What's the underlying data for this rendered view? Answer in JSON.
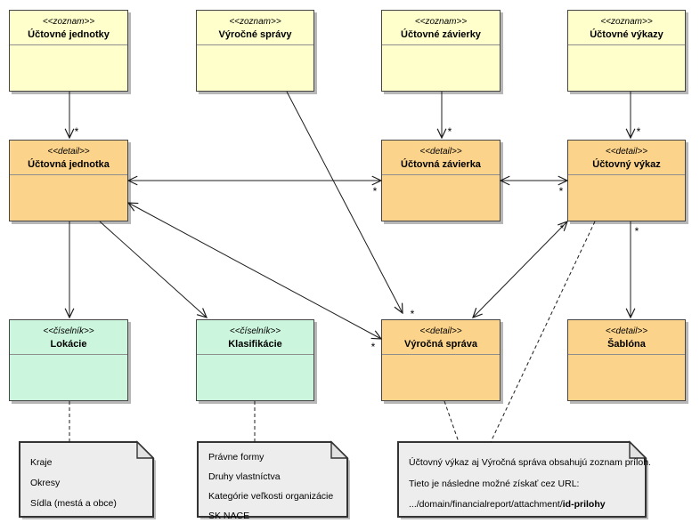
{
  "diagram": {
    "title": "",
    "background_color": "#ffffff",
    "kinds": {
      "zoznam": {
        "fill": "#ffffcc"
      },
      "detail": {
        "fill": "#fbd38b"
      },
      "ciselnik": {
        "fill": "#ccf5dd"
      }
    },
    "line_color": "#1c1c1c",
    "note_fill": "#ededed",
    "nodes": [
      {
        "id": "uctovne-jednotky",
        "kind": "zoznam",
        "stereotype": "<<zoznam>>",
        "name": "Účtovné jednotky"
      },
      {
        "id": "vyrocne-spravy",
        "kind": "zoznam",
        "stereotype": "<<zoznam>>",
        "name": "Výročné správy"
      },
      {
        "id": "uctovne-zavierky",
        "kind": "zoznam",
        "stereotype": "<<zoznam>>",
        "name": "Účtovné závierky"
      },
      {
        "id": "uctovne-vykazy",
        "kind": "zoznam",
        "stereotype": "<<zoznam>>",
        "name": "Účtovné výkazy"
      },
      {
        "id": "uctovna-jednotka",
        "kind": "detail",
        "stereotype": "<<detail>>",
        "name": "Účtovná jednotka"
      },
      {
        "id": "uctovna-zavierka",
        "kind": "detail",
        "stereotype": "<<detail>>",
        "name": "Účtovná závierka"
      },
      {
        "id": "uctovny-vykaz",
        "kind": "detail",
        "stereotype": "<<detail>>",
        "name": "Účtovný výkaz"
      },
      {
        "id": "lokacie",
        "kind": "ciselnik",
        "stereotype": "<<číselník>>",
        "name": "Lokácie"
      },
      {
        "id": "klasifikacie",
        "kind": "ciselnik",
        "stereotype": "<<číselník>>",
        "name": "Klasifikácie"
      },
      {
        "id": "vyrocna-sprava",
        "kind": "detail",
        "stereotype": "<<detail>>",
        "name": "Výročná správa"
      },
      {
        "id": "sablona",
        "kind": "detail",
        "stereotype": "<<detail>>",
        "name": "Šablóna"
      }
    ],
    "edges": [
      {
        "from": "uctovne-jednotky",
        "to": "uctovna-jednotka",
        "heads": "end",
        "line": "solid",
        "multiplicity": "*"
      },
      {
        "from": "uctovne-zavierky",
        "to": "uctovna-zavierka",
        "heads": "end",
        "line": "solid",
        "multiplicity": "*"
      },
      {
        "from": "uctovne-vykazy",
        "to": "uctovny-vykaz",
        "heads": "end",
        "line": "solid",
        "multiplicity": "*"
      },
      {
        "from": "vyrocne-spravy",
        "to": "vyrocna-sprava",
        "heads": "end",
        "line": "solid",
        "multiplicity": "*"
      },
      {
        "from": "uctovna-jednotka",
        "to": "uctovna-zavierka",
        "heads": "both",
        "line": "solid",
        "multiplicity": "*"
      },
      {
        "from": "uctovna-zavierka",
        "to": "uctovny-vykaz",
        "heads": "both",
        "line": "solid",
        "multiplicity": "*"
      },
      {
        "from": "uctovna-jednotka",
        "to": "vyrocna-sprava",
        "heads": "both",
        "line": "solid",
        "multiplicity": "*"
      },
      {
        "from": "uctovna-jednotka",
        "to": "lokacie",
        "heads": "end",
        "line": "solid",
        "multiplicity": ""
      },
      {
        "from": "uctovna-jednotka",
        "to": "klasifikacie",
        "heads": "end",
        "line": "solid",
        "multiplicity": ""
      },
      {
        "from": "vyrocna-sprava",
        "to": "uctovny-vykaz",
        "heads": "both",
        "line": "solid",
        "multiplicity": "*"
      },
      {
        "from": "uctovny-vykaz",
        "to": "sablona",
        "heads": "end",
        "line": "solid",
        "multiplicity": "*"
      },
      {
        "from": "lokacie",
        "to": "note-lokacie",
        "heads": "none",
        "line": "dashed",
        "multiplicity": ""
      },
      {
        "from": "klasifikacie",
        "to": "note-klasifikacie",
        "heads": "none",
        "line": "dashed",
        "multiplicity": ""
      },
      {
        "from": "vyrocna-sprava",
        "to": "note-prilohy",
        "heads": "none",
        "line": "dashed",
        "multiplicity": ""
      },
      {
        "from": "uctovny-vykaz",
        "to": "note-prilohy",
        "heads": "none",
        "line": "dashed",
        "multiplicity": ""
      }
    ],
    "notes": [
      {
        "id": "note-lokacie",
        "lines": [
          [
            {
              "text": "Kraje",
              "bold": false
            }
          ],
          [
            {
              "text": "Okresy",
              "bold": false
            }
          ],
          [
            {
              "text": "Sídla (mestá a obce)",
              "bold": false
            }
          ]
        ]
      },
      {
        "id": "note-klasifikacie",
        "lines": [
          [
            {
              "text": "Právne formy",
              "bold": false
            }
          ],
          [
            {
              "text": "Druhy vlastníctva",
              "bold": false
            }
          ],
          [
            {
              "text": "Kategórie veľkosti organizácie",
              "bold": false
            }
          ],
          [
            {
              "text": "SK NACE",
              "bold": false
            }
          ]
        ]
      },
      {
        "id": "note-prilohy",
        "lines": [
          [
            {
              "text": "Účtovný výkaz aj Výročná správa obsahujú zoznam príloh.",
              "bold": false
            }
          ],
          [
            {
              "text": "Tieto je následne možné získať cez URL:",
              "bold": false
            }
          ],
          [
            {
              "text": ".../domain/financialreport/attachment/",
              "bold": false
            },
            {
              "text": "id-prilohy",
              "bold": true
            }
          ]
        ]
      }
    ]
  }
}
